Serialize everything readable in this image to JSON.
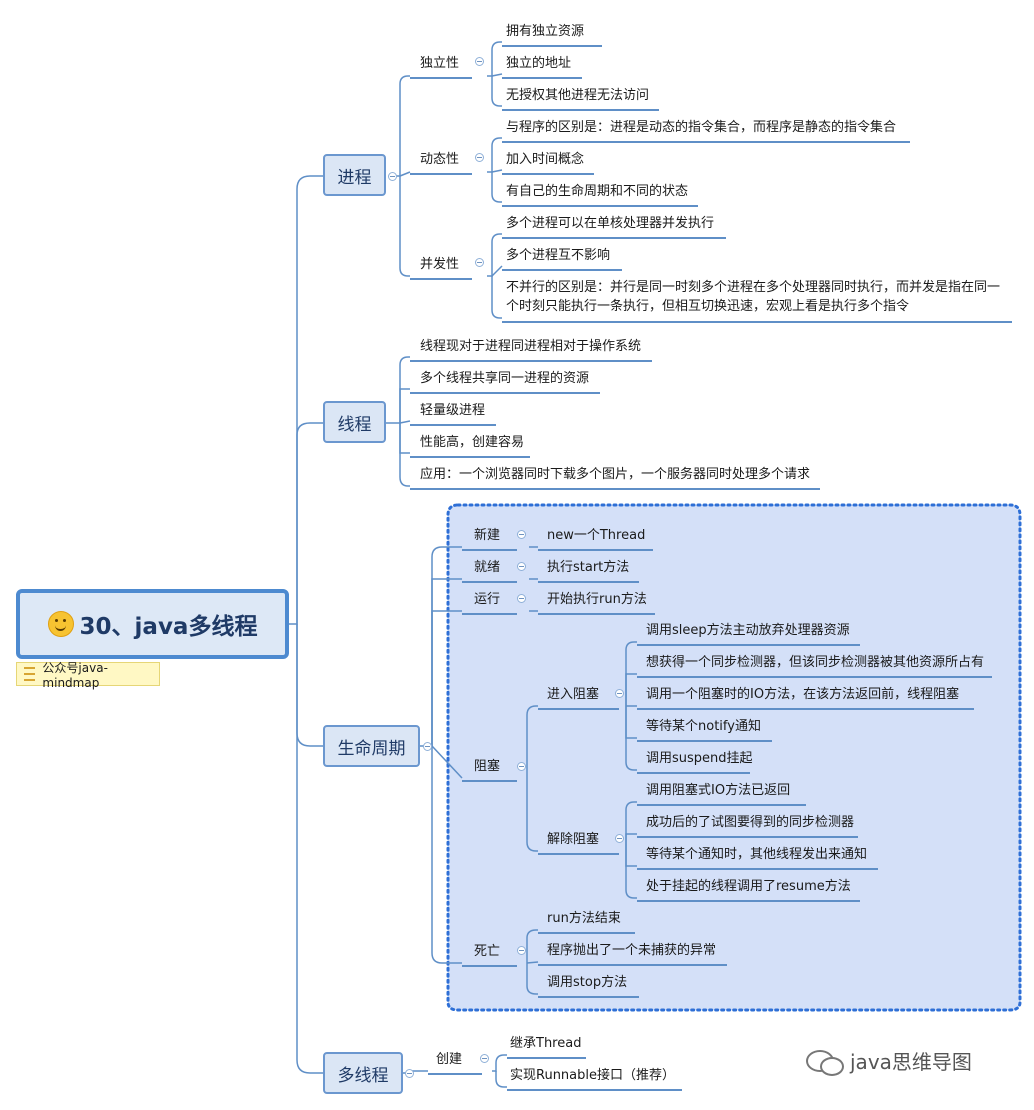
{
  "root": {
    "title": "30、java多线程",
    "emoji": "smiley-face-icon"
  },
  "note": {
    "text": "公众号java-mindmap"
  },
  "watermark": {
    "text": "java思维导图"
  },
  "colors": {
    "line": "#5f8fc7",
    "node_fill": "#dbe6f5",
    "cloud_fill": "#d4e0f8",
    "cloud_border": "#2e6fd6",
    "note_fill": "#fff8c4"
  },
  "process": {
    "label": "进程",
    "independence": {
      "label": "独立性",
      "items": [
        "拥有独立资源",
        "独立的地址",
        "无授权其他进程无法访问"
      ]
    },
    "dynamic": {
      "label": "动态性",
      "items": [
        "与程序的区别是：进程是动态的指令集合，而程序是静态的指令集合",
        "加入时间概念",
        "有自己的生命周期和不同的状态"
      ]
    },
    "concurrency": {
      "label": "并发性",
      "items": [
        "多个进程可以在单核处理器并发执行",
        "多个进程互不影响",
        "不并行的区别是：并行是同一时刻多个进程在多个处理器同时执行，而并发是指在同一个时刻只能执行一条执行，但相互切换迅速，宏观上看是执行多个指令"
      ]
    }
  },
  "thread": {
    "label": "线程",
    "items": [
      "线程现对于进程同进程相对于操作系统",
      "多个线程共享同一进程的资源",
      "轻量级进程",
      "性能高，创建容易",
      "应用：一个浏览器同时下载多个图片，一个服务器同时处理多个请求"
    ]
  },
  "lifecycle": {
    "label": "生命周期",
    "new": {
      "label": "新建",
      "item": "new一个Thread"
    },
    "ready": {
      "label": "就绪",
      "item": "执行start方法"
    },
    "running": {
      "label": "运行",
      "item": "开始执行run方法"
    },
    "blocked": {
      "label": "阻塞",
      "enter": {
        "label": "进入阻塞",
        "items": [
          "调用sleep方法主动放弃处理器资源",
          "想获得一个同步检测器，但该同步检测器被其他资源所占有",
          "调用一个阻塞时的IO方法，在该方法返回前，线程阻塞",
          "等待某个notify通知",
          "调用suspend挂起"
        ]
      },
      "release": {
        "label": "解除阻塞",
        "items": [
          "调用阻塞式IO方法已返回",
          "成功后的了试图要得到的同步检测器",
          "等待某个通知时，其他线程发出来通知",
          "处于挂起的线程调用了resume方法"
        ]
      }
    },
    "dead": {
      "label": "死亡",
      "items": [
        "run方法结束",
        "程序抛出了一个未捕获的异常",
        "调用stop方法"
      ]
    }
  },
  "multithread": {
    "label": "多线程",
    "create": {
      "label": "创建",
      "items": [
        "继承Thread",
        "实现Runnable接口（推荐）"
      ]
    }
  }
}
